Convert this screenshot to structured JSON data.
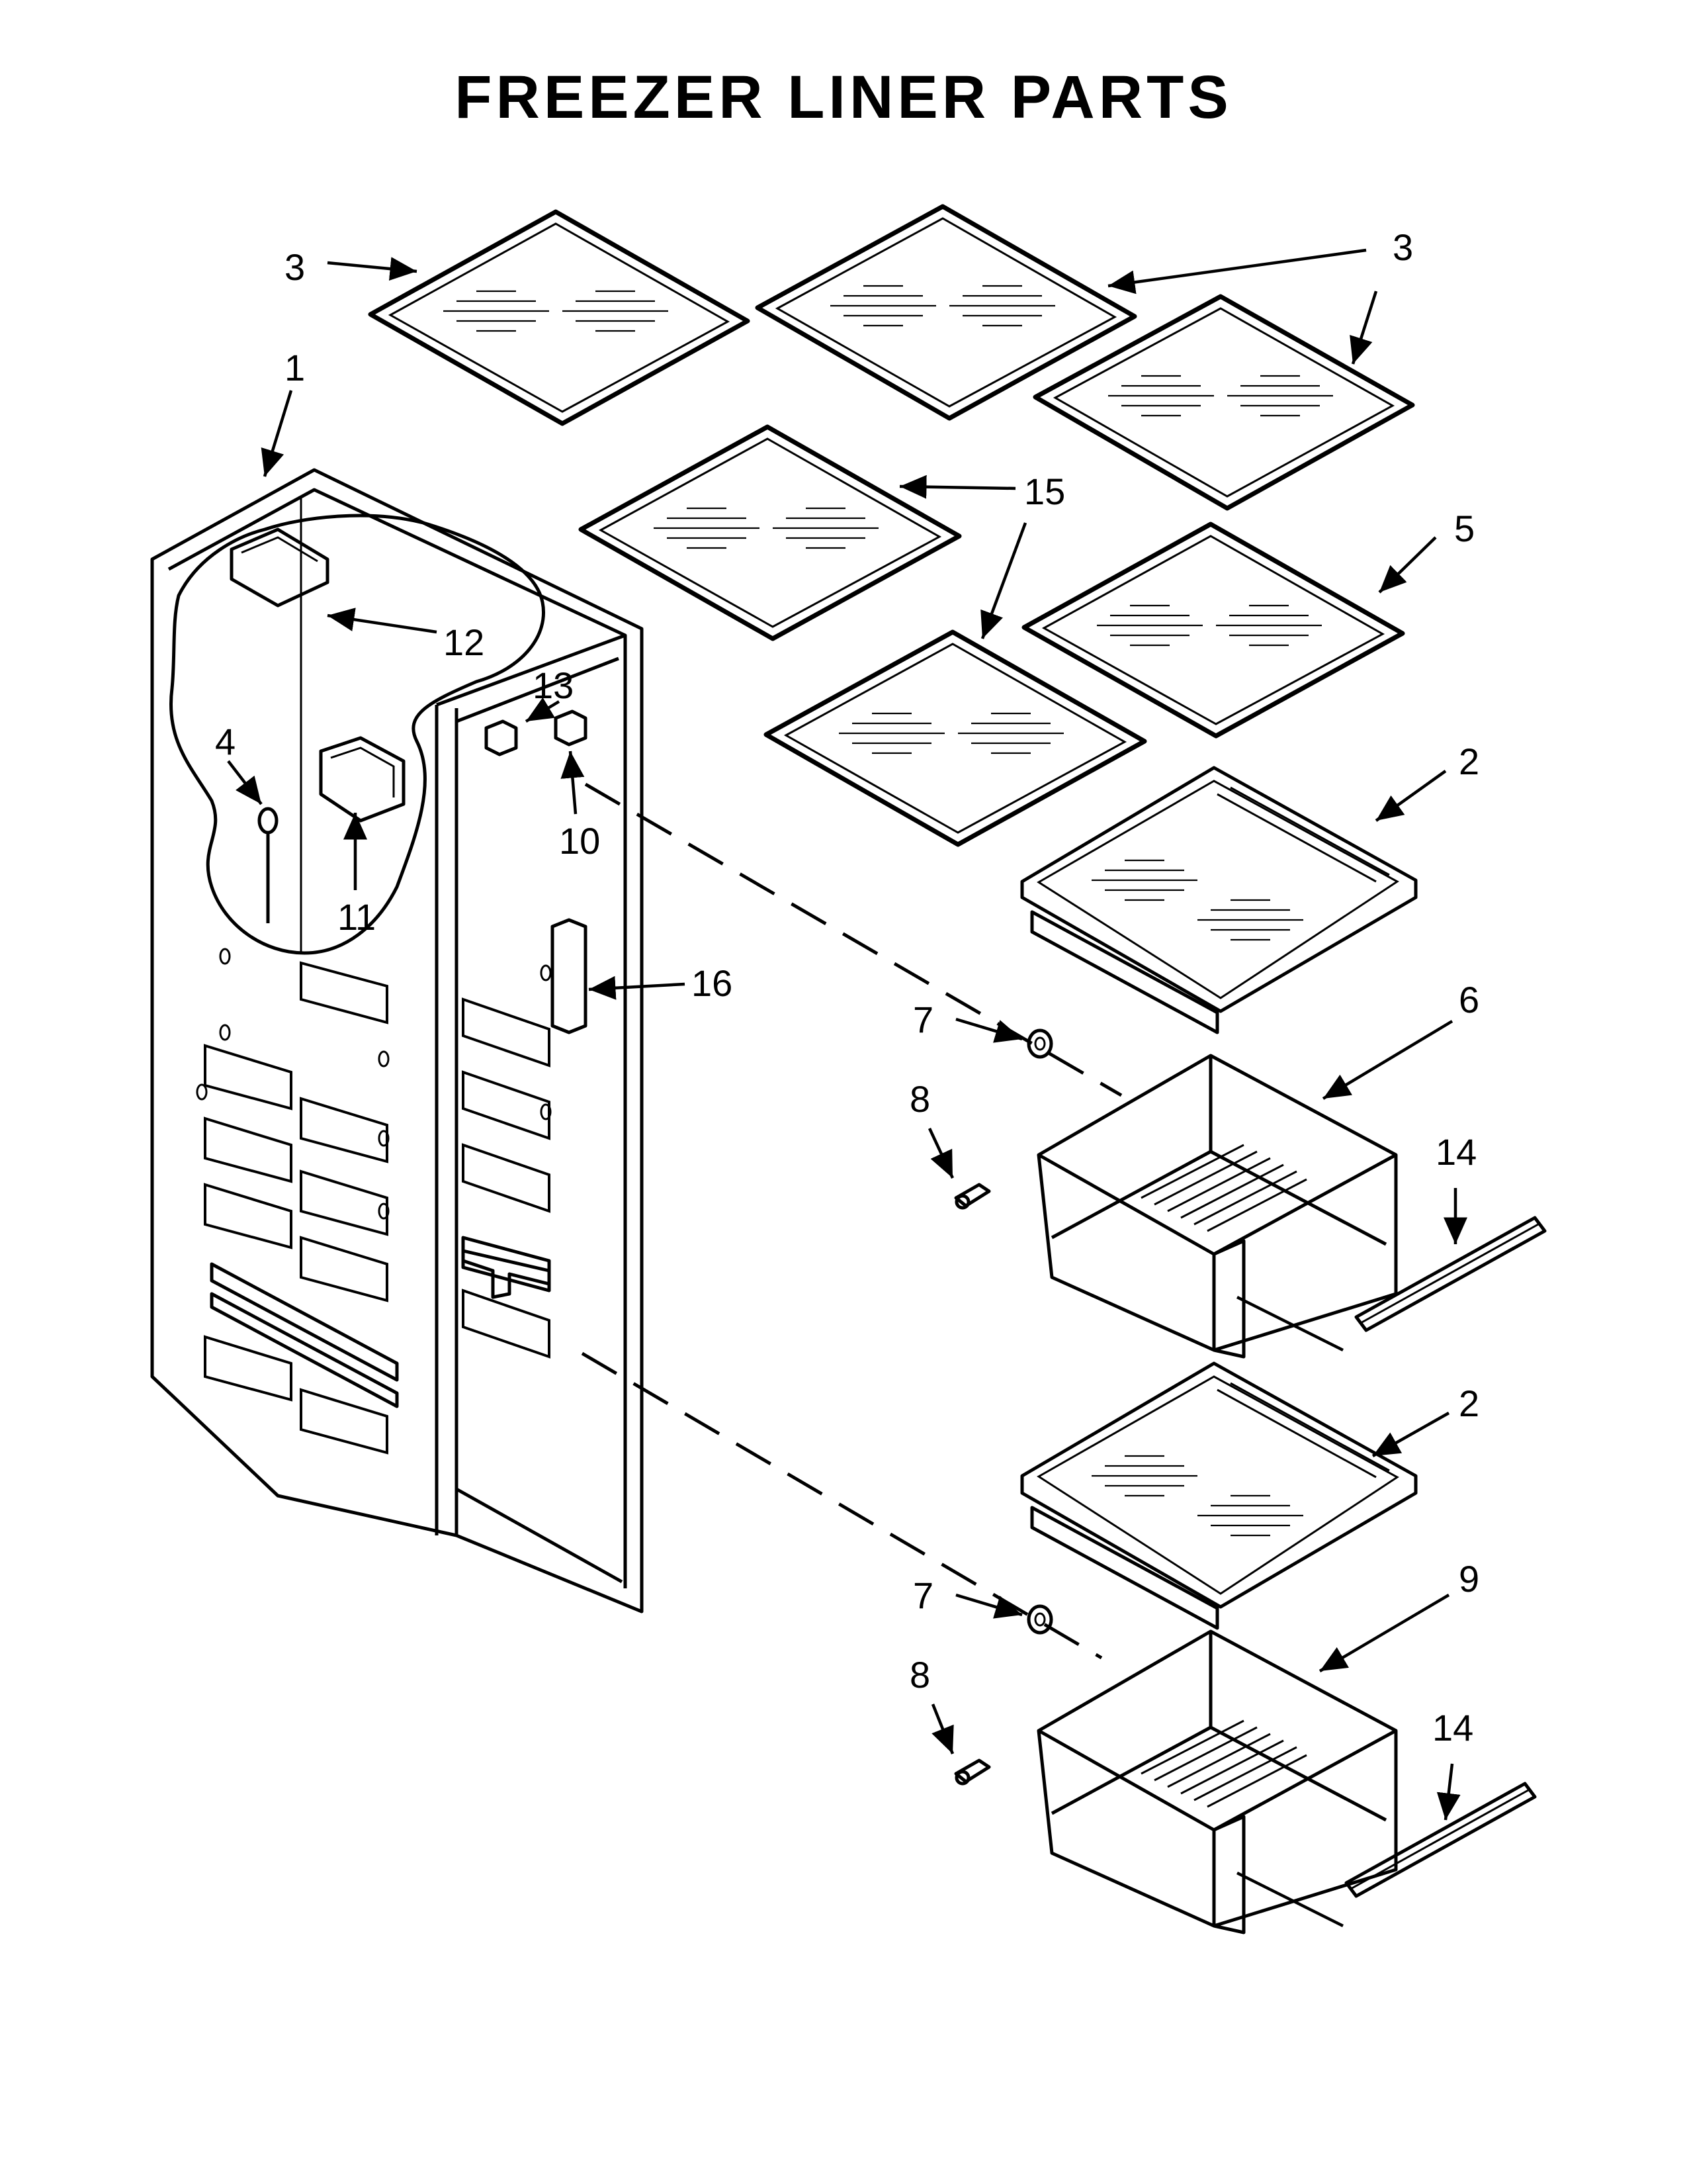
{
  "title": "FREEZER LINER PARTS",
  "callouts": [
    {
      "id": "c3a",
      "label": "3"
    },
    {
      "id": "c3b",
      "label": "3"
    },
    {
      "id": "c1",
      "label": "1"
    },
    {
      "id": "c15",
      "label": "15"
    },
    {
      "id": "c5",
      "label": "5"
    },
    {
      "id": "c12",
      "label": "12"
    },
    {
      "id": "c13",
      "label": "13"
    },
    {
      "id": "c4",
      "label": "4"
    },
    {
      "id": "c10",
      "label": "10"
    },
    {
      "id": "c2a",
      "label": "2"
    },
    {
      "id": "c11",
      "label": "11"
    },
    {
      "id": "c16",
      "label": "16"
    },
    {
      "id": "c6",
      "label": "6"
    },
    {
      "id": "c7a",
      "label": "7"
    },
    {
      "id": "c8a",
      "label": "8"
    },
    {
      "id": "c14a",
      "label": "14"
    },
    {
      "id": "c2b",
      "label": "2"
    },
    {
      "id": "c9",
      "label": "9"
    },
    {
      "id": "c7b",
      "label": "7"
    },
    {
      "id": "c8b",
      "label": "8"
    },
    {
      "id": "c14b",
      "label": "14"
    }
  ]
}
